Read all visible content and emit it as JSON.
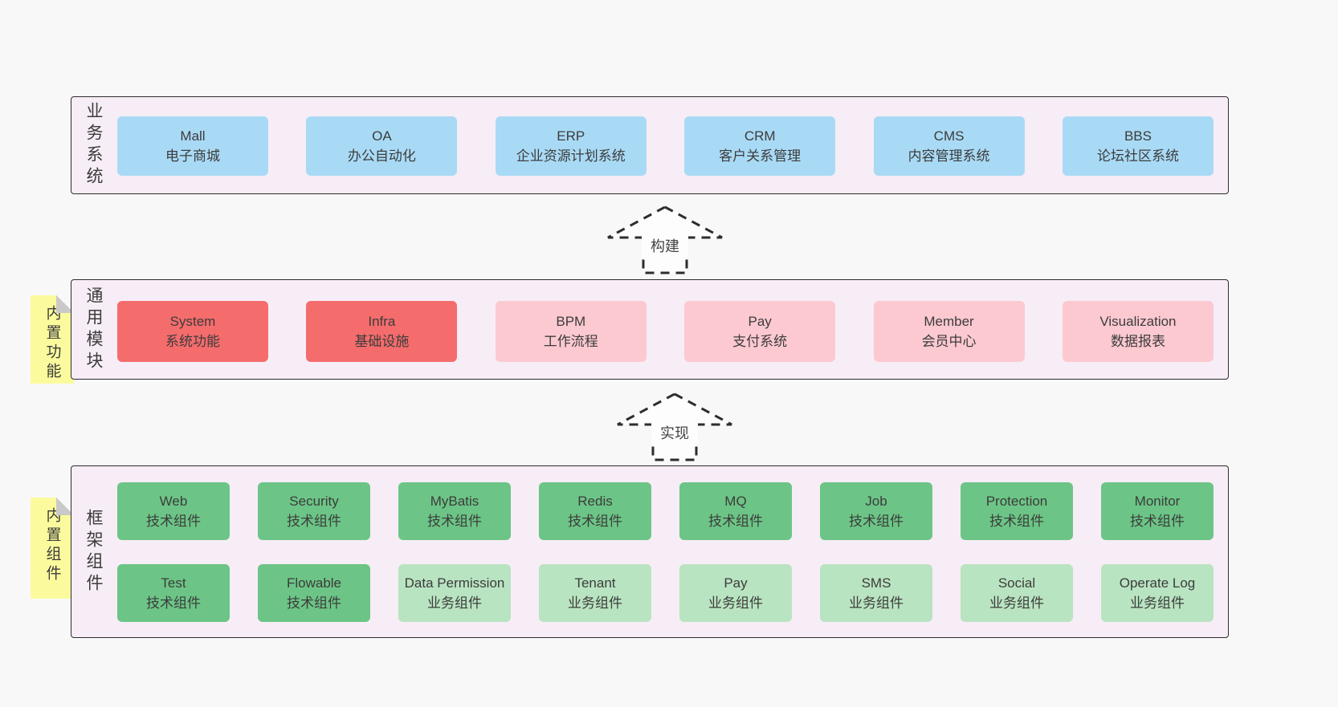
{
  "colors": {
    "page_bg": "#f8f8f8",
    "section_bg": "#f7edf6",
    "section_border": "#2d2d2d",
    "blue_box": "#a9daf5",
    "red_box": "#f56c6c",
    "pink_box": "#fcc9d0",
    "green_box": "#6cc586",
    "light_green_box": "#b9e4c1",
    "sticky_note_yellow": "#fbfb9e",
    "sticky_fold_gray": "#c9c9c9",
    "text": "#3c3c3c"
  },
  "arrows": [
    {
      "label": "构建"
    },
    {
      "label": "实现"
    }
  ],
  "sections": [
    {
      "label": "业务系统",
      "boxes": [
        {
          "title": "Mall",
          "subtitle": "电子商城"
        },
        {
          "title": "OA",
          "subtitle": "办公自动化"
        },
        {
          "title": "ERP",
          "subtitle": "企业资源计划系统"
        },
        {
          "title": "CRM",
          "subtitle": "客户关系管理"
        },
        {
          "title": "CMS",
          "subtitle": "内容管理系统"
        },
        {
          "title": "BBS",
          "subtitle": "论坛社区系统"
        }
      ]
    },
    {
      "label": "通用模块",
      "tab": "内置功能",
      "boxes": [
        {
          "title": "System",
          "subtitle": "系统功能"
        },
        {
          "title": "Infra",
          "subtitle": "基础设施"
        },
        {
          "title": "BPM",
          "subtitle": "工作流程"
        },
        {
          "title": "Pay",
          "subtitle": "支付系统"
        },
        {
          "title": "Member",
          "subtitle": "会员中心"
        },
        {
          "title": "Visualization",
          "subtitle": "数据报表"
        }
      ]
    },
    {
      "label": "框架组件",
      "tab": "内置组件",
      "rows": [
        [
          {
            "title": "Web",
            "subtitle": "技术组件"
          },
          {
            "title": "Security",
            "subtitle": "技术组件"
          },
          {
            "title": "MyBatis",
            "subtitle": "技术组件"
          },
          {
            "title": "Redis",
            "subtitle": "技术组件"
          },
          {
            "title": "MQ",
            "subtitle": "技术组件"
          },
          {
            "title": "Job",
            "subtitle": "技术组件"
          },
          {
            "title": "Protection",
            "subtitle": "技术组件"
          },
          {
            "title": "Monitor",
            "subtitle": "技术组件"
          }
        ],
        [
          {
            "title": "Test",
            "subtitle": "技术组件"
          },
          {
            "title": "Flowable",
            "subtitle": "技术组件"
          },
          {
            "title": "Data Permission",
            "subtitle": "业务组件"
          },
          {
            "title": "Tenant",
            "subtitle": "业务组件"
          },
          {
            "title": "Pay",
            "subtitle": "业务组件"
          },
          {
            "title": "SMS",
            "subtitle": "业务组件"
          },
          {
            "title": "Social",
            "subtitle": "业务组件"
          },
          {
            "title": "Operate Log",
            "subtitle": "业务组件"
          }
        ]
      ]
    }
  ]
}
